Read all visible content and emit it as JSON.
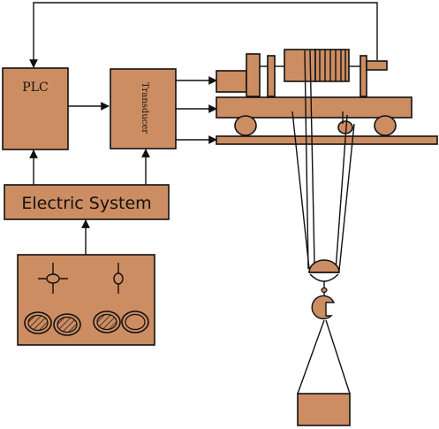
{
  "labels": {
    "plc": "PLC",
    "transducer": "Transducer",
    "electric_system": "Electric System"
  },
  "colors": {
    "component_fill": "#cd8d62",
    "stroke": "#111111",
    "background": "#ffffff"
  },
  "icons": {
    "joystick_cross": "cross-lever-icon",
    "joystick_single": "single-lever-icon",
    "knob": "hatched-knob-icon",
    "hook": "crane-hook-icon",
    "pulley": "pulley-icon"
  }
}
